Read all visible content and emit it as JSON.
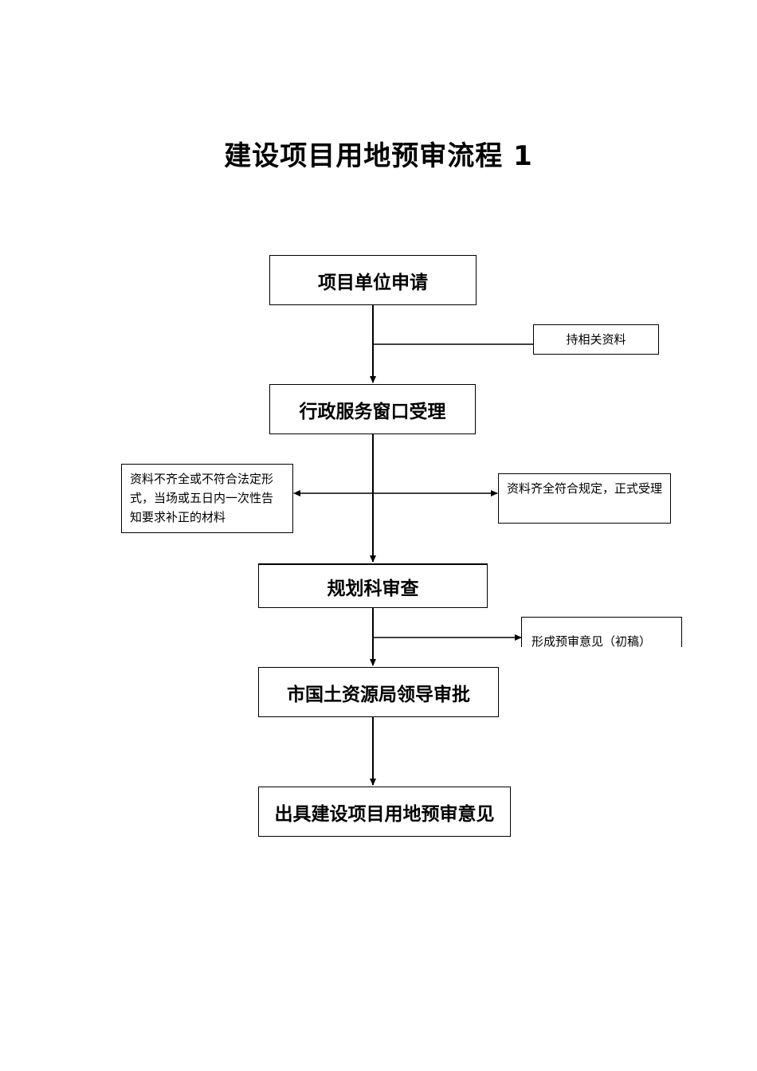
{
  "title": "建设项目用地预审流程 1",
  "steps": [
    "项目单位申请",
    "行政服务窗口受理",
    "规划科审查",
    "市国土资源局领导审批",
    "出具建设项目用地预审意见"
  ],
  "notes": {
    "materials": "持相关资料",
    "incomplete": "资料不齐全或不符合法定形式，当场或五日内一次性告知要求补正的材料",
    "complete": "资料齐全符合规定，正式受理",
    "draft": "形成预审意见（初稿）"
  }
}
